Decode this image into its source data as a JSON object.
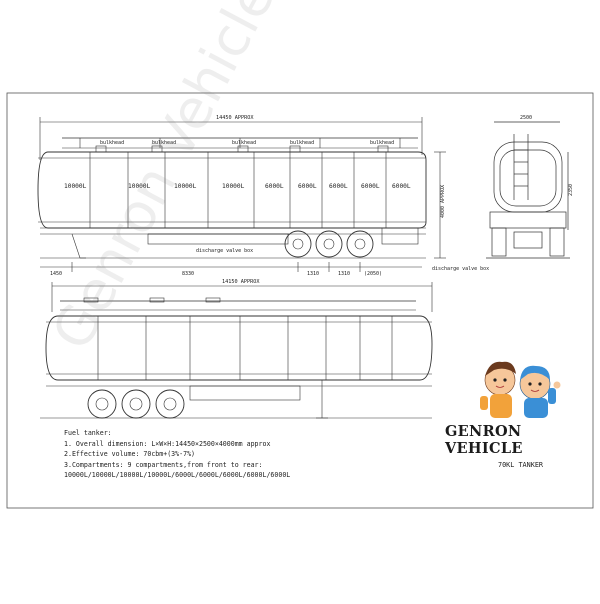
{
  "drawing": {
    "top_view": {
      "overall_dim": "14450 APPROX",
      "bulkhead_label": "bulkhead",
      "compartments": [
        "10000L",
        "10000L",
        "10000L",
        "10000L",
        "6000L",
        "6000L",
        "6000L",
        "6000L",
        "6000L"
      ],
      "height_dim": "4000 APPROX",
      "dims": {
        "front_overhang": "1450",
        "kingpin_to_axle": "8330",
        "axle_spacing_1": "1310",
        "axle_spacing_2": "1310",
        "rear_overhang": "(2050)"
      },
      "discharge_label_1": "discharge valve box",
      "discharge_label_2": "discharge valve box"
    },
    "end_view": {
      "width_dim": "2500",
      "height_dim": "2350"
    },
    "bottom_view": {
      "overall_dim": "14150 APPROX"
    }
  },
  "spec": {
    "title": "Fuel tanker:",
    "line1": "1. Overall dimension: L×W×H:14450×2500×4000mm approx",
    "line2": "2.Effective volume: 70cbm+(3%-7%)",
    "line3": "3.Compartments: 9 compartments,from front to rear:",
    "line4": "10000L/10000L/10000L/10000L/6000L/6000L/6000L/6000L/6000L"
  },
  "brand": {
    "name": "GENRON VEHICLE",
    "model": "70KL TANKER",
    "watermark": "Genron Vehicle",
    "colors": {
      "orange": "#f2a23a",
      "blue": "#3a8fd6",
      "skin": "#f6c79a",
      "hair": "#6b3a1e"
    }
  }
}
